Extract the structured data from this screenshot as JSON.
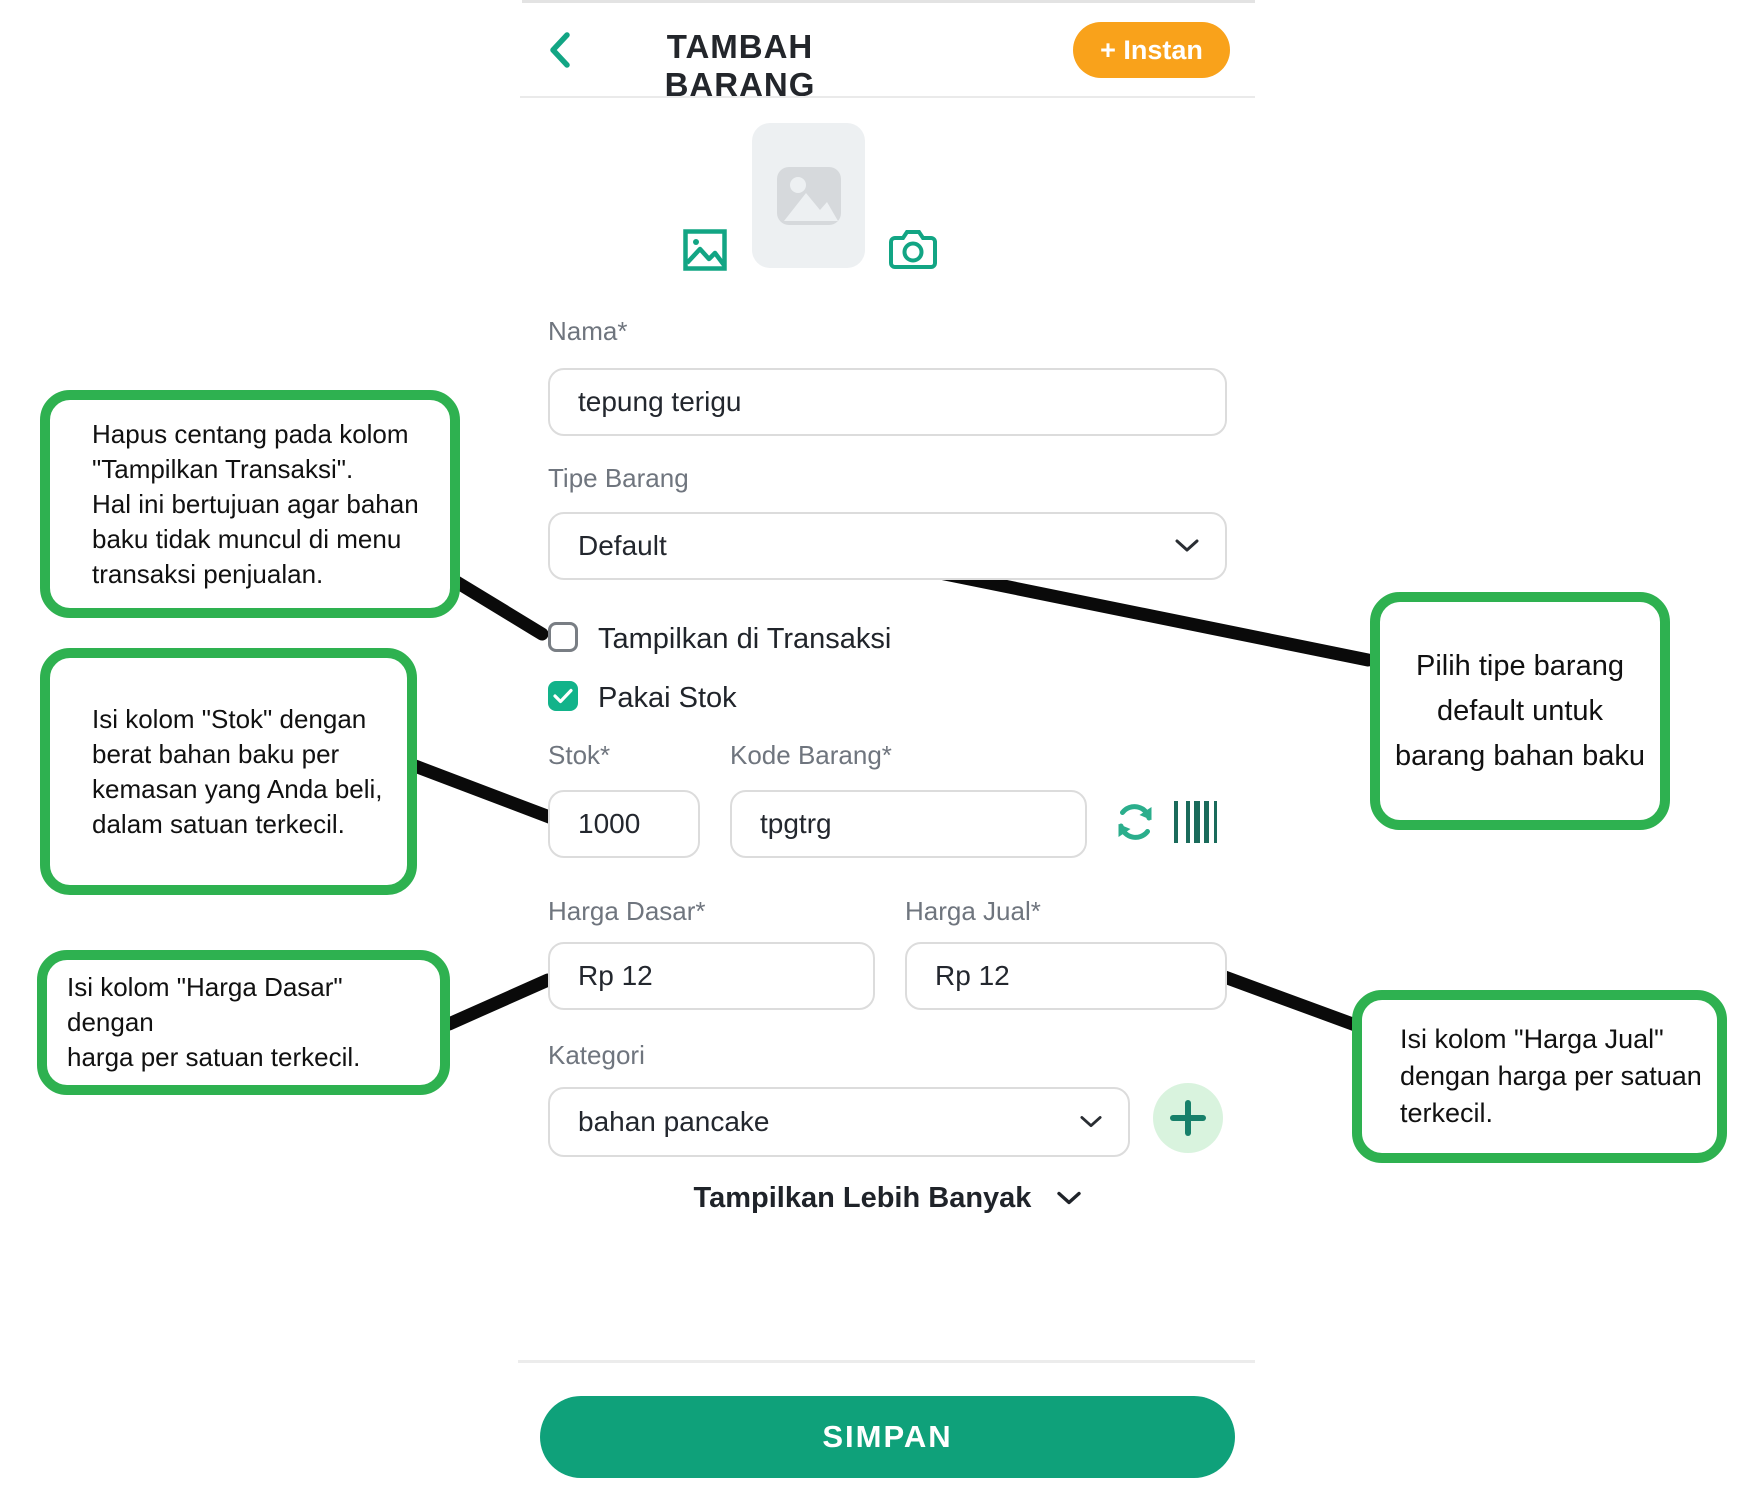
{
  "header": {
    "title": "TAMBAH BARANG",
    "back_icon": "chevron-left",
    "instant_button_label": "+ Instan"
  },
  "image_upload": {
    "gallery_icon": "picture-gallery",
    "camera_icon": "camera",
    "placeholder_icon": "image-placeholder"
  },
  "form": {
    "nama": {
      "label": "Nama*",
      "value": "tepung terigu"
    },
    "tipe_barang": {
      "label": "Tipe Barang",
      "value": "Default"
    },
    "tampilkan_di_transaksi": {
      "label": "Tampilkan di Transaksi",
      "checked": false
    },
    "pakai_stok": {
      "label": "Pakai Stok",
      "checked": true
    },
    "stok": {
      "label": "Stok*",
      "value": "1000"
    },
    "kode_barang": {
      "label": "Kode Barang*",
      "value": "tpgtrg"
    },
    "harga_dasar": {
      "label": "Harga Dasar*",
      "value": "Rp 12"
    },
    "harga_jual": {
      "label": "Harga Jual*",
      "value": "Rp 12"
    },
    "kategori": {
      "label": "Kategori",
      "value": "bahan pancake"
    },
    "show_more_label": "Tampilkan Lebih Banyak",
    "save_button_label": "SIMPAN"
  },
  "annotations": {
    "left_top": "Hapus centang pada kolom\n\"Tampilkan Transaksi\".\nHal ini bertujuan agar bahan\nbaku tidak muncul di menu\ntransaksi penjualan.",
    "left_middle": "Isi kolom \"Stok\" dengan\nberat bahan baku per\nkemasan yang Anda beli,\ndalam satuan terkecil.",
    "left_bottom": "Isi kolom \"Harga Dasar\" dengan\nharga per satuan terkecil.",
    "right_top": "Pilih tipe barang\ndefault untuk\nbarang bahan baku",
    "right_bottom": "Isi kolom \"Harga Jual\"\ndengan harga per satuan\nterkecil."
  },
  "colors": {
    "accent_teal": "#12a584",
    "save_green": "#0fa17a",
    "checkbox_green": "#12b38a",
    "instant_orange": "#f9a21b",
    "callout_green": "#2eb150",
    "connector_black": "#0a0a0a"
  }
}
